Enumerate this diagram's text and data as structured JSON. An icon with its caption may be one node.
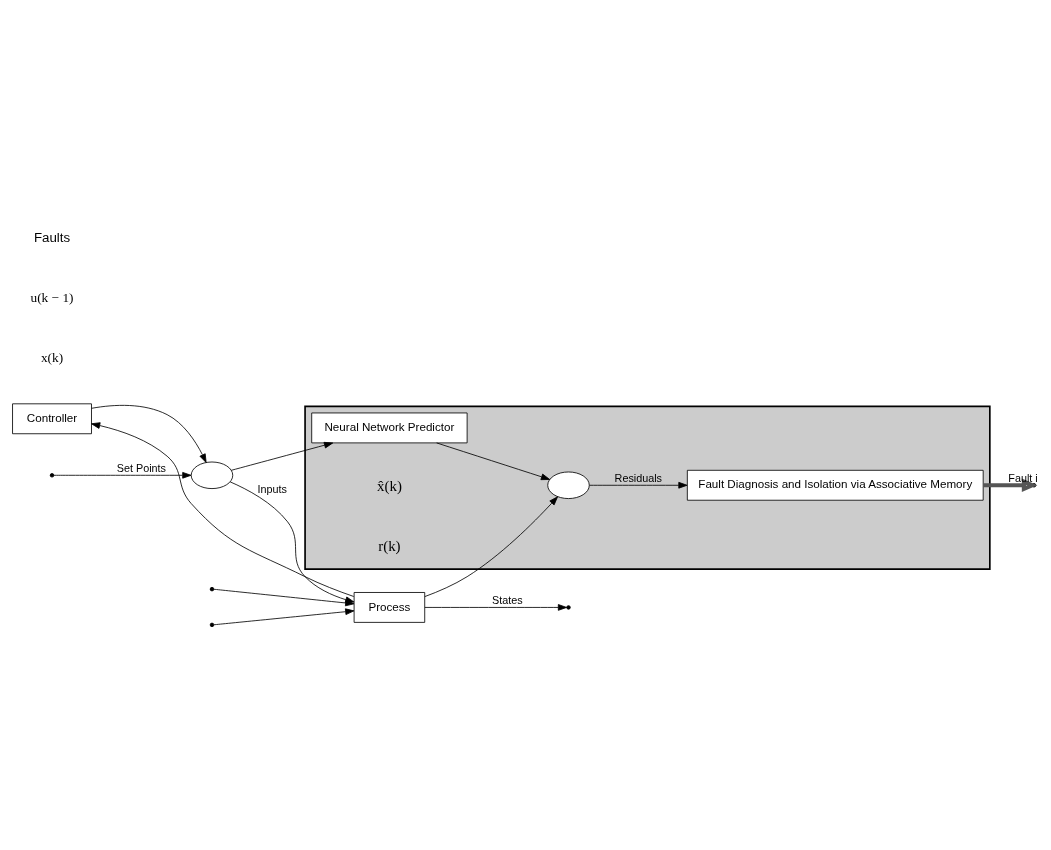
{
  "diagram": {
    "nodes": [
      {
        "text": [
          "Controller"
        ]
      },
      {
        "text": [],
        "shape": "circle"
      },
      {
        "text": [
          "Process"
        ]
      },
      {
        "text": [],
        "shape": "box"
      },
      {
        "text": [
          "Neural Network Predictor"
        ],
        "in": 3
      },
      {
        "text": [],
        "shape": "circle",
        "in": 3
      },
      {
        "text": [
          "Fault Diagnosis and Isolation via Associative Memory"
        ],
        "in": 3
      }
    ],
    "edges": [
      {
        "from": 0,
        "to": 1,
        "arrow": "to"
      },
      {
        "from": null,
        "to": 1,
        "arrow": "to",
        "label": "Set Points"
      },
      {
        "from": 1,
        "to": 2,
        "arrow": "to",
        "label": "Inputs"
      },
      {
        "from": 2,
        "to": null,
        "arrow": "to",
        "label": "States"
      },
      {
        "from": 2,
        "to": 0,
        "arrow": "to"
      },
      {
        "from": null,
        "to": 2,
        "arrow": "to"
      },
      {
        "from": null,
        "to": 2,
        "arrow": "to"
      },
      {
        "from": 1,
        "to": 4,
        "arrow": "to"
      },
      {
        "from": 4,
        "to": 5,
        "arrow": "to"
      },
      {
        "from": 2,
        "to": 5,
        "arrow": "to"
      },
      {
        "from": 5,
        "to": 6,
        "arrow": "to",
        "label": "Residuals"
      },
      {
        "from": 6,
        "to": null,
        "arrow": "to",
        "label": "Fault i",
        "style": "thick"
      }
    ],
    "labels": [
      "x(k)",
      "u(k − 1)",
      "Faults",
      "x̂(k)",
      "r(k)"
    ]
  }
}
